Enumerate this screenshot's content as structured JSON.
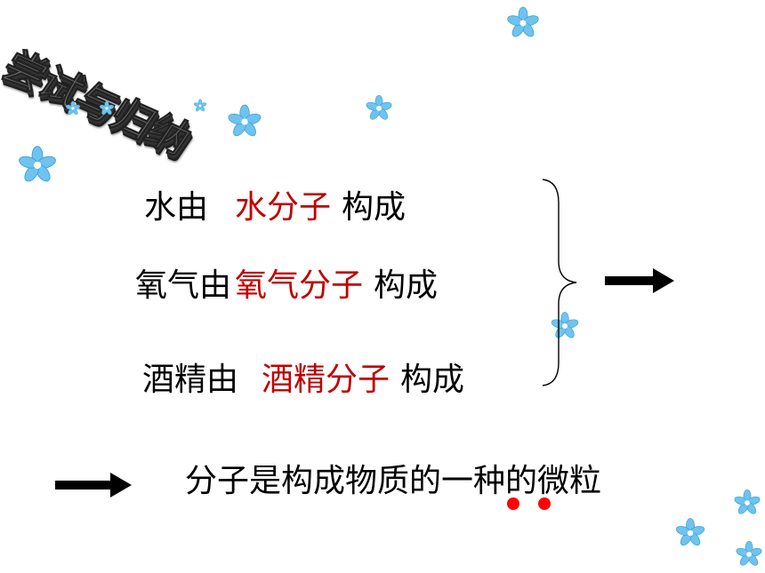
{
  "title": "尝试与归纳",
  "statements": [
    {
      "prefix": "水由",
      "answer": "水分子",
      "suffix": "构成"
    },
    {
      "prefix": "氧气由",
      "answer": "氧气分子",
      "suffix": "构成"
    },
    {
      "prefix": "酒精由",
      "answer": "酒精分子",
      "suffix": "构成"
    }
  ],
  "conclusion": "分子是构成物质的一种的微粒",
  "colors": {
    "answer": "#c00000",
    "text": "#000000",
    "dot": "#ff0000",
    "flower": "#6fc3ee",
    "title": "#6b6b6b"
  },
  "icons": {
    "decoration": "flower-icon",
    "arrow": "right-arrow-icon",
    "brace": "right-brace-icon",
    "emphasis": "emphasis-dot-icon"
  }
}
